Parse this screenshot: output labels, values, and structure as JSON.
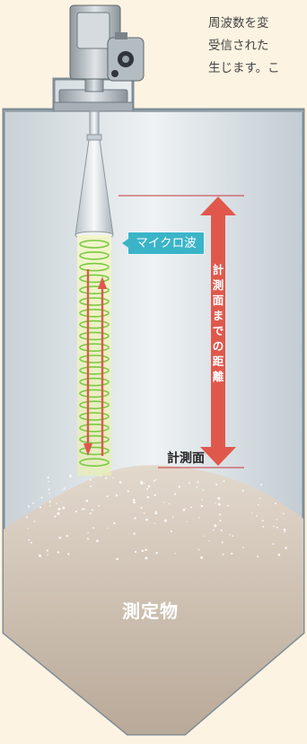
{
  "description_lines": [
    "周波数を変",
    "受信された",
    "生じます。こ"
  ],
  "labels": {
    "microwave": "マイクロ波",
    "distance_to_surface": "計測面までの距離",
    "measurement_surface": "計測面",
    "material": "測定物"
  },
  "colors": {
    "background": "#fdf3e2",
    "tank_wall": "#7f8d97",
    "tank_inner": "#dfe5e8",
    "material_fill": "#c4b6a6",
    "microwave_green": "#7ac943",
    "arrow_red": "#e0584c",
    "callout_teal": "#3bb4c8"
  }
}
